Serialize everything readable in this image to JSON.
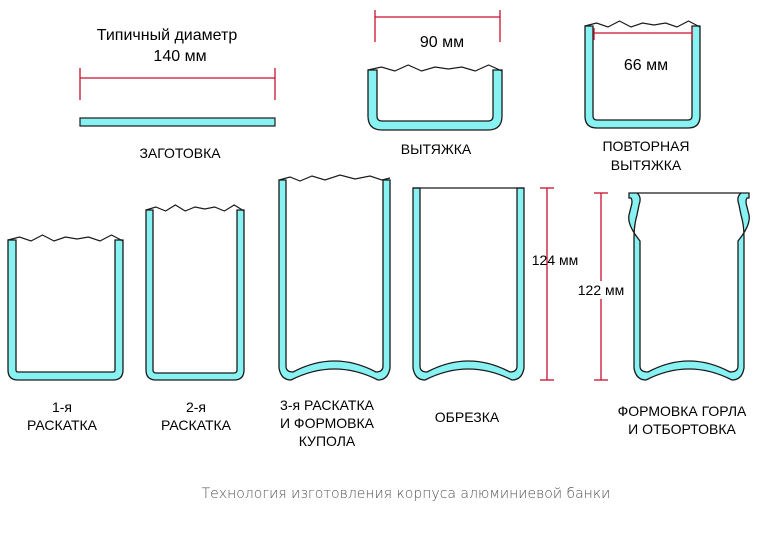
{
  "colors": {
    "metal_fill": "#88f2f2",
    "outline": "#1a1a1a",
    "dimension": "#c8102e"
  },
  "dimensions": {
    "blank_title": "Типичный диаметр",
    "blank_diameter": "140 мм",
    "cup_diameter": "90 мм",
    "redraw_diameter": "66 мм",
    "trim_height": "124 мм",
    "final_height": "122 мм"
  },
  "stages": {
    "blank": "ЗАГОТОВКА",
    "cup": "ВЫТЯЖКА",
    "redraw_1": "ПОВТОРНАЯ",
    "redraw_2": "ВЫТЯЖКА",
    "iron1_1": "1-я",
    "iron1_2": "РАСКАТКА",
    "iron2_1": "2-я",
    "iron2_2": "РАСКАТКА",
    "iron3_1": "3-я РАСКАТКА",
    "iron3_2": "И ФОРМОВКА",
    "iron3_3": "КУПОЛА",
    "trim": "ОБРЕЗКА",
    "neck_1": "ФОРМОВКА ГОРЛА",
    "neck_2": "И ОТБОРТОВКА"
  },
  "caption": "Технология изготовления корпуса алюминиевой банки"
}
